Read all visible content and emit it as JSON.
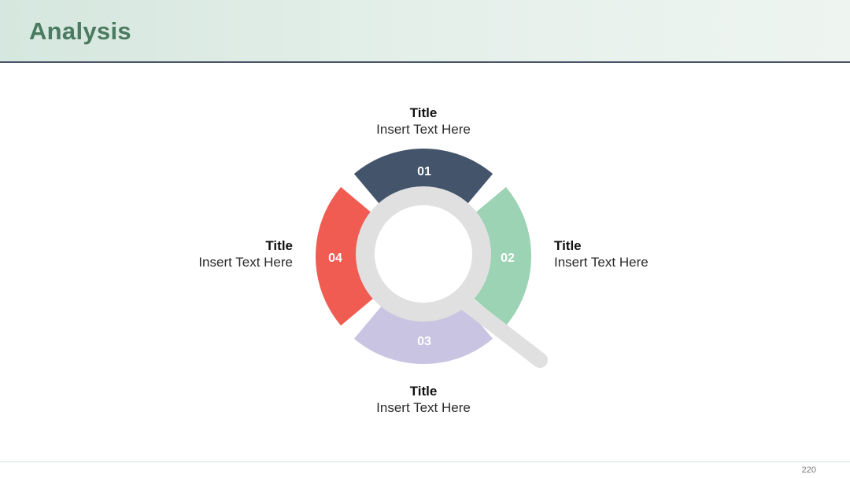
{
  "slide": {
    "title": "Analysis",
    "page_number": "220"
  },
  "colors": {
    "segment_01": "#44546a",
    "segment_02": "#9bd3b4",
    "segment_03": "#c9c4e2",
    "segment_04": "#f05b52",
    "magnifier": "#e0e0e0"
  },
  "segments": [
    {
      "number": "01",
      "title": "Title",
      "text": "Insert Text Here"
    },
    {
      "number": "02",
      "title": "Title",
      "text": "Insert Text Here"
    },
    {
      "number": "03",
      "title": "Title",
      "text": "Insert Text Here"
    },
    {
      "number": "04",
      "title": "Title",
      "text": "Insert Text Here"
    }
  ],
  "icons": {
    "center": "magnifier-icon"
  }
}
